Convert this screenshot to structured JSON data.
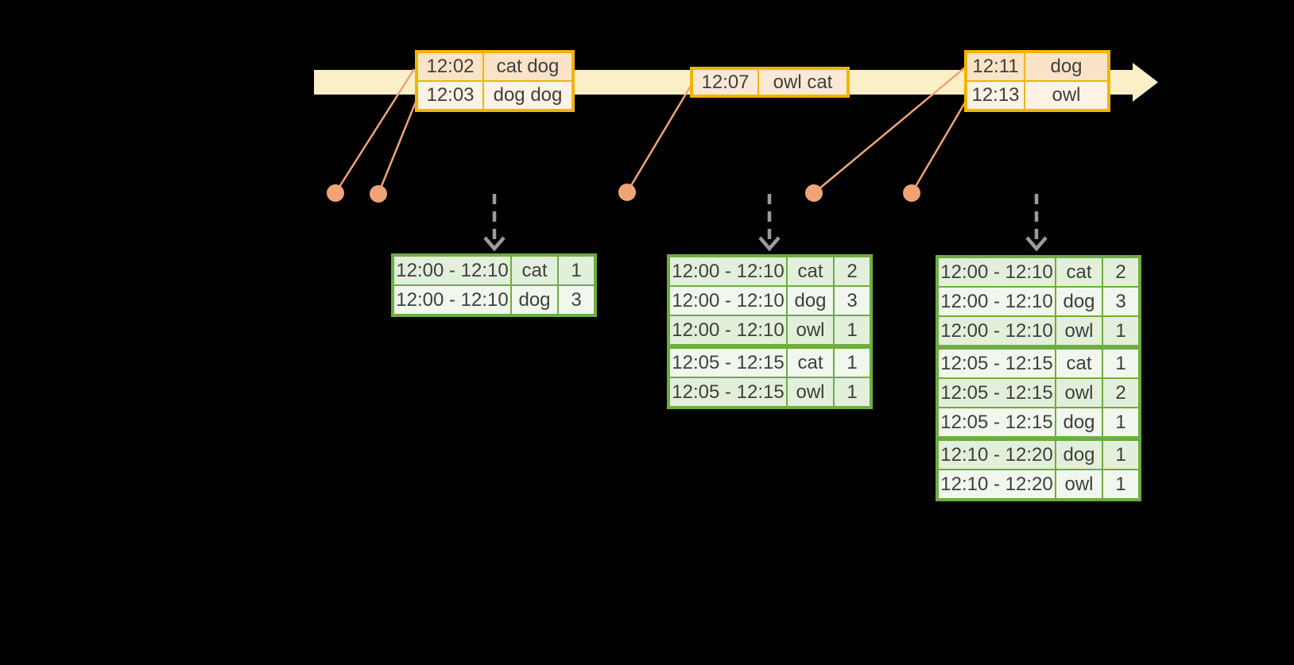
{
  "colors": {
    "background": "#000000",
    "timeline_band": "#FBEFC8",
    "event_border": "#F2B400",
    "event_row_dark": "#FAE3C7",
    "event_row_light": "#FDF2E4",
    "result_border": "#6FAC43",
    "result_row_dark": "#E2EFDA",
    "result_row_light": "#F1F7EC",
    "connector_orange": "#F0A476",
    "trigger_gray": "#9B9B9B",
    "text": "#3F3F3F"
  },
  "icons": {
    "timeline_arrowhead": "right-arrowhead",
    "event_marker": "filled-circle",
    "trigger_marker": "dashed-down-arrow"
  },
  "event_tables": [
    {
      "rows": [
        [
          "12:02",
          "cat dog"
        ],
        [
          "12:03",
          "dog dog"
        ]
      ]
    },
    {
      "rows": [
        [
          "12:07",
          "owl cat"
        ]
      ]
    },
    {
      "rows": [
        [
          "12:11",
          "dog"
        ],
        [
          "12:13",
          "owl"
        ]
      ]
    }
  ],
  "result_tables": [
    {
      "rows": [
        [
          "12:00 - 12:10",
          "cat",
          "1"
        ],
        [
          "12:00 - 12:10",
          "dog",
          "3"
        ]
      ]
    },
    {
      "rows": [
        [
          "12:00 - 12:10",
          "cat",
          "2"
        ],
        [
          "12:00 - 12:10",
          "dog",
          "3"
        ],
        [
          "12:00 - 12:10",
          "owl",
          "1"
        ],
        [
          "12:05 - 12:15",
          "cat",
          "1"
        ],
        [
          "12:05 - 12:15",
          "owl",
          "1"
        ]
      ]
    },
    {
      "rows": [
        [
          "12:00 - 12:10",
          "cat",
          "2"
        ],
        [
          "12:00 - 12:10",
          "dog",
          "3"
        ],
        [
          "12:00 - 12:10",
          "owl",
          "1"
        ],
        [
          "12:05 - 12:15",
          "cat",
          "1"
        ],
        [
          "12:05 - 12:15",
          "owl",
          "2"
        ],
        [
          "12:05 - 12:15",
          "dog",
          "1"
        ],
        [
          "12:10 - 12:20",
          "dog",
          "1"
        ],
        [
          "12:10 - 12:20",
          "owl",
          "1"
        ]
      ]
    }
  ]
}
